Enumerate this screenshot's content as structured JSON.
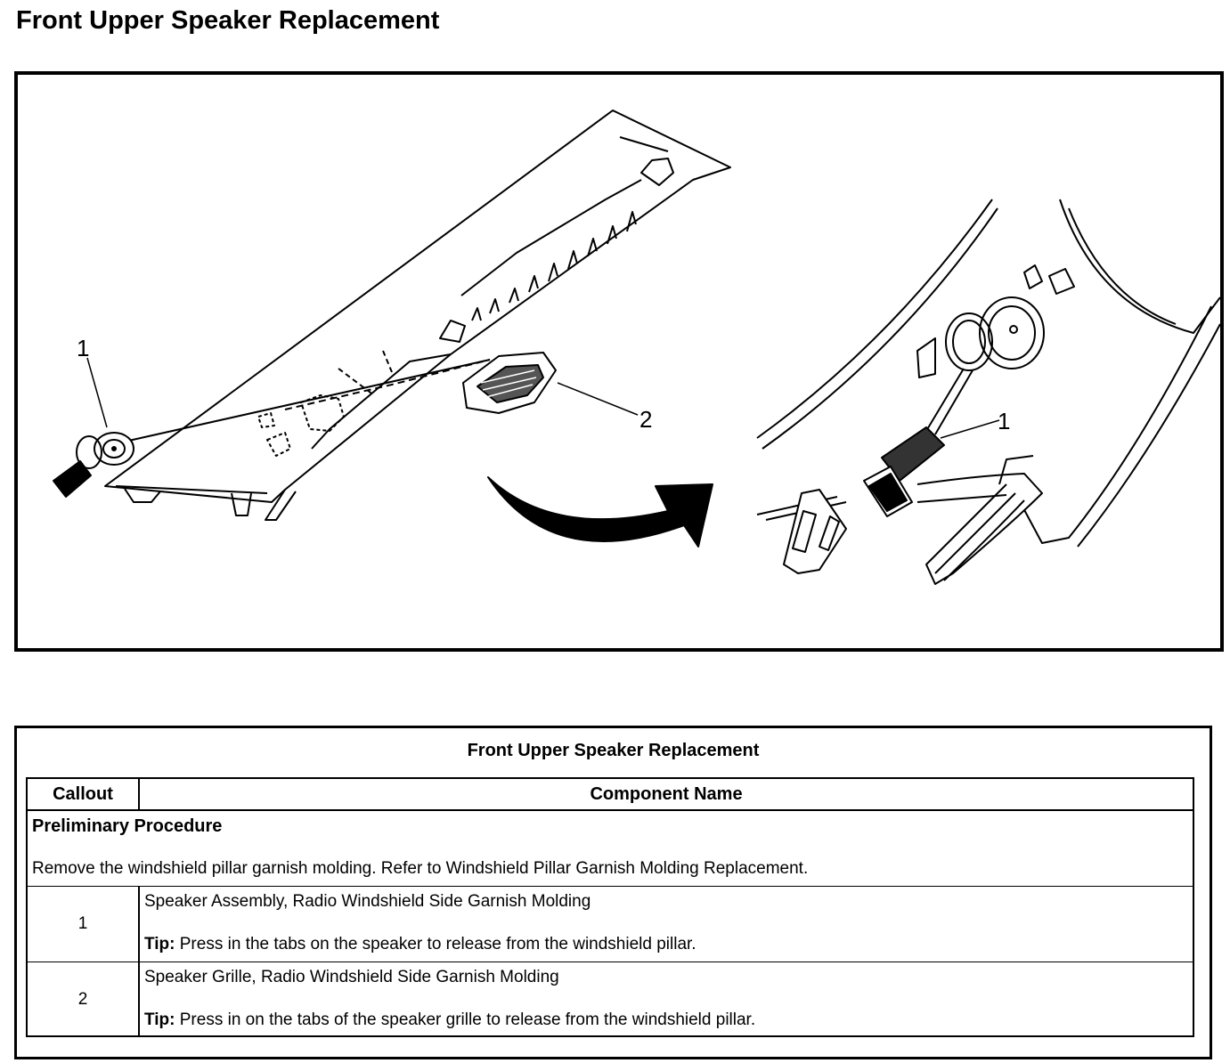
{
  "page_title": "Front Upper Speaker Replacement",
  "figure": {
    "callout_labels": [
      "1",
      "2",
      "1"
    ]
  },
  "table": {
    "caption": "Front Upper Speaker Replacement",
    "headers": {
      "callout": "Callout",
      "component": "Component Name"
    },
    "preliminary": {
      "heading": "Preliminary Procedure",
      "text": "Remove the windshield pillar garnish molding. Refer to Windshield Pillar Garnish Molding Replacement."
    },
    "rows": [
      {
        "callout": "1",
        "name": "Speaker Assembly, Radio Windshield Side Garnish Molding",
        "tip_label": "Tip:",
        "tip_text": " Press in the tabs on the speaker to release from the windshield pillar."
      },
      {
        "callout": "2",
        "name": "Speaker Grille, Radio Windshield Side Garnish Molding",
        "tip_label": "Tip:",
        "tip_text": " Press in on the tabs of the speaker grille to release from the windshield pillar."
      }
    ]
  }
}
